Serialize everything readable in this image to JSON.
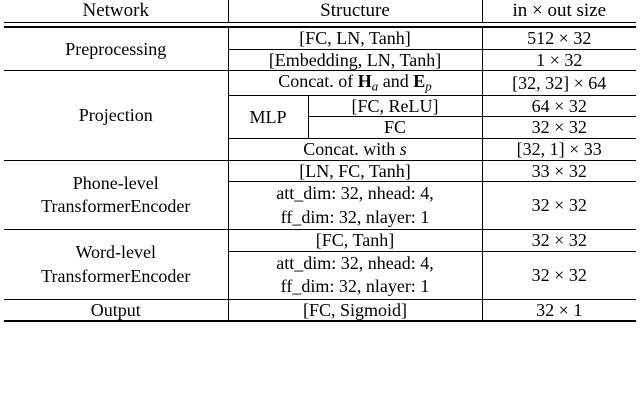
{
  "table": {
    "headers": {
      "network": "Network",
      "structure": "Structure",
      "size": "in × out size"
    },
    "sections": [
      {
        "network": "Preprocessing",
        "rows": [
          {
            "sub": null,
            "structure": "[FC, LN, Tanh]",
            "size": "512 × 32"
          },
          {
            "sub": null,
            "structure": "[Embedding, LN, Tanh]",
            "size": "1 × 32"
          }
        ]
      },
      {
        "network": "Projection",
        "rows": [
          {
            "sub": null,
            "structure": "Concat. of Hₐ and Eₚ",
            "structure_parts": {
              "prefix": "Concat. of ",
              "sym1": "H",
              "sub1": "a",
              "mid": " and ",
              "sym2": "E",
              "sub2": "p"
            },
            "size": "[32, 32] × 64"
          },
          {
            "sub": "MLP",
            "structure": "[FC, ReLU]",
            "size": "64 × 32"
          },
          {
            "sub": "MLP",
            "structure": "FC",
            "size": "32 × 32"
          },
          {
            "sub": null,
            "structure": "Concat. with s",
            "structure_parts": {
              "prefix": "Concat. with ",
              "sym1": "s"
            },
            "size": "[32, 1] × 33"
          }
        ]
      },
      {
        "network": "Phone-level TransformerEncoder",
        "network_line1": "Phone-level",
        "network_line2": "TransformerEncoder",
        "rows": [
          {
            "sub": null,
            "structure": "[LN, FC, Tanh]",
            "size": "33 × 32"
          },
          {
            "sub": null,
            "structure_line1": "att_dim: 32, nhead: 4,",
            "structure_line2": "ff_dim: 32, nlayer: 1",
            "size": "32 × 32"
          }
        ]
      },
      {
        "network": "Word-level TransformerEncoder",
        "network_line1": "Word-level",
        "network_line2": "TransformerEncoder",
        "rows": [
          {
            "sub": null,
            "structure": "[FC, Tanh]",
            "size": "32 × 32"
          },
          {
            "sub": null,
            "structure_line1": "att_dim: 32, nhead: 4,",
            "structure_line2": "ff_dim: 32, nlayer: 1",
            "size": "32 × 32"
          }
        ]
      },
      {
        "network": "Output",
        "rows": [
          {
            "sub": null,
            "structure": "[FC, Sigmoid]",
            "size": "32 × 1"
          }
        ]
      }
    ]
  }
}
